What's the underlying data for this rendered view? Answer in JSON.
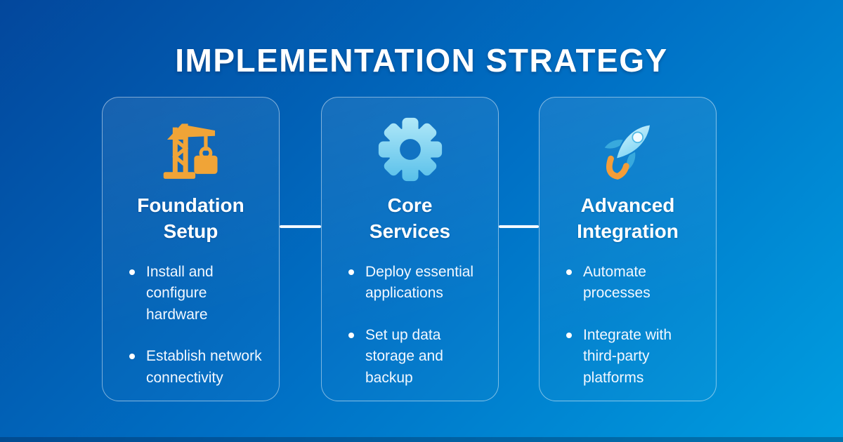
{
  "page": {
    "title": "IMPLEMENTATION STRATEGY"
  },
  "colors": {
    "background_gradient_start": "#03479C",
    "background_gradient_mid": "#0070C5",
    "background_gradient_end": "#009EE0",
    "card_border": "rgba(255,255,255,0.48)",
    "connector": "#F4F9FF",
    "crane_orange": "#F0A437",
    "gear_blue_light": "#B4EAF9",
    "gear_blue_dark": "#55BEE9",
    "rocket_body_light": "#C6EFFB",
    "rocket_body_dark": "#7FD5F5",
    "rocket_fin": "#38A9DD",
    "rocket_flame": "#F59D38",
    "text_primary": "#FFFFFF",
    "text_bullets": "#F2F8FF"
  },
  "cards": [
    {
      "icon": "crane-icon",
      "title": "Foundation Setup",
      "bullets": [
        "Install and configure hardware",
        "Establish network connectivity"
      ]
    },
    {
      "icon": "gear-icon",
      "title": "Core Services",
      "bullets": [
        "Deploy essential applications",
        "Set up data storage and backup"
      ]
    },
    {
      "icon": "rocket-icon",
      "title": "Advanced Integration",
      "bullets": [
        "Automate processes",
        "Integrate with third-party platforms"
      ]
    }
  ]
}
